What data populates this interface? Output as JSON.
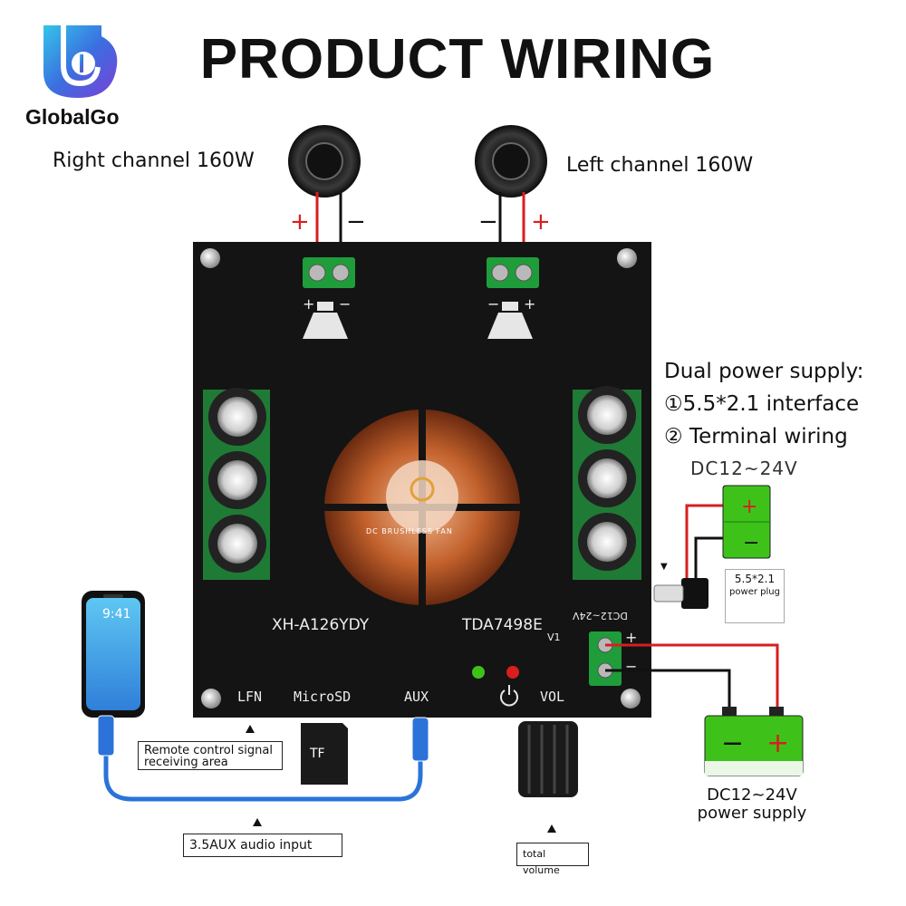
{
  "header": {
    "title": "PRODUCT WIRING",
    "brand": "GlobalGo"
  },
  "speakers": {
    "right_label": "Right channel 160W",
    "left_label": "Left channel 160W",
    "plus": "+",
    "minus": "−"
  },
  "board": {
    "model": "XH-A126YDY",
    "chip": "TDA7498E",
    "version": "V1",
    "dc_mark": "DC12~24V",
    "lfn": "LFN",
    "microsd": "MicroSD",
    "aux": "AUX",
    "vol": "VOL",
    "fan_text": "DC BRUSHLESS FAN"
  },
  "power_notes": {
    "line1": "Dual power supply:",
    "line2": "①5.5*2.1 interface",
    "line3": "② Terminal wiring",
    "dc_range": "DC12~24V",
    "plug_size": "5.5*2.1",
    "plug_label": "power plug",
    "supply_range": "DC12~24V",
    "supply_label": "power supply"
  },
  "phone": {
    "time": "9:41"
  },
  "callouts": {
    "remote": "Remote control signal receiving area",
    "aux_input": "3.5AUX audio input",
    "volume": "total volume",
    "tf": "TF"
  },
  "colors": {
    "red_wire": "#d81e1e",
    "black_wire": "#111111",
    "battery_green": "#3ec21a",
    "board": "#141414",
    "terminal_green": "#1f9d3a"
  }
}
